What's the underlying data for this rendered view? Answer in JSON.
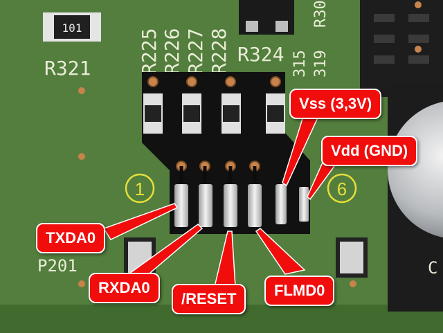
{
  "colors": {
    "board": "#4f7a3a",
    "solder_mask": "#111111",
    "pad": "#d8d8d8",
    "via": "#c7834a",
    "silkscreen": "#e9ecd6",
    "callout_fill": "#f20d0d",
    "callout_text": "#ffffff"
  },
  "silkscreen": {
    "r321": "R321",
    "r225": "R225",
    "r226": "R226",
    "r227": "R227",
    "r228": "R228",
    "r324": "R324",
    "r315": "315",
    "r319": "319",
    "r330": "R30",
    "pin1": "1",
    "pin6": "6",
    "p201": "P201",
    "chip_101": "101",
    "edge_c": "C"
  },
  "callouts": {
    "vss": "Vss (3,3V)",
    "vdd": "Vdd (GND)",
    "txda0": "TXDA0",
    "rxda0": "RXDA0",
    "reset": "/RESET",
    "flmd0": "FLMD0"
  }
}
